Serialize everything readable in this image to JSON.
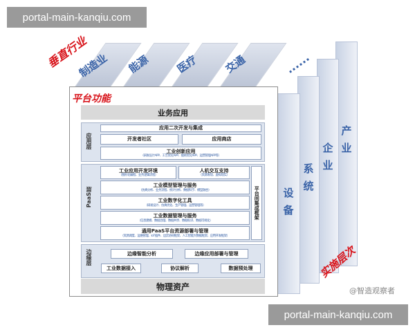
{
  "watermarks": {
    "top": "portal-main-kanqiu.com",
    "bottom": "portal-main-kanqiu.com",
    "credit": "@智造观察者"
  },
  "industries": {
    "label": "垂直行业",
    "items": [
      "制造业",
      "能源",
      "医疗",
      "交通"
    ],
    "more": "......"
  },
  "platform": {
    "label": "平台功能",
    "business_app": "业务应用",
    "app_layer": {
      "label": "应用层",
      "dev_integration": "应用二次开发与集成",
      "dev_community": "开发者社区",
      "app_store": "应用商店",
      "innovation": {
        "title": "工业创新应用",
        "sub": "（研发设计APP、工艺优化APP、能耗优化APP、运营管理APP等）"
      }
    },
    "paas_layer": {
      "label": "PaaS层",
      "integration_framework": "平台间集成框架",
      "items": [
        {
          "title": "工业应用开发环境",
          "sub": "（图形化编程、业务逻辑流程）"
        },
        {
          "title": "人机交互支持",
          "sub": "（资源发现、虚拟现实）"
        },
        {
          "title": "工业模型管理与服务",
          "sub": "（仿真分析、业务流程、统计分析、数据科学、模型融合）"
        },
        {
          "title": "工业数字化工具",
          "sub": "（研发设计、仿真优化、生产管理、运营管理等）"
        },
        {
          "title": "工业数据管理与服务",
          "sub": "（信息建模、数据治理、数据共享、数据标识、数据可视化）"
        },
        {
          "title": "通用PaaS平台资源部署与管理",
          "sub": "（资源调度、运维管理、IoT插件、边云协同框架、人工智能大数据框架、应用开发框架）"
        }
      ]
    },
    "edge_layer": {
      "label": "边缘层",
      "items": [
        "边缘智能分析",
        "边缘应用部署与管理",
        "工业数据接入",
        "协议解析",
        "数据预处理"
      ]
    },
    "physical_assets": "物理资产"
  },
  "implementation": {
    "label": "实施层次",
    "levels": [
      "设备",
      "系统",
      "企业",
      "产业"
    ]
  },
  "colors": {
    "accent_red": "#d8141b",
    "blue_text": "#3b64a8",
    "panel": "#dde4ef"
  }
}
